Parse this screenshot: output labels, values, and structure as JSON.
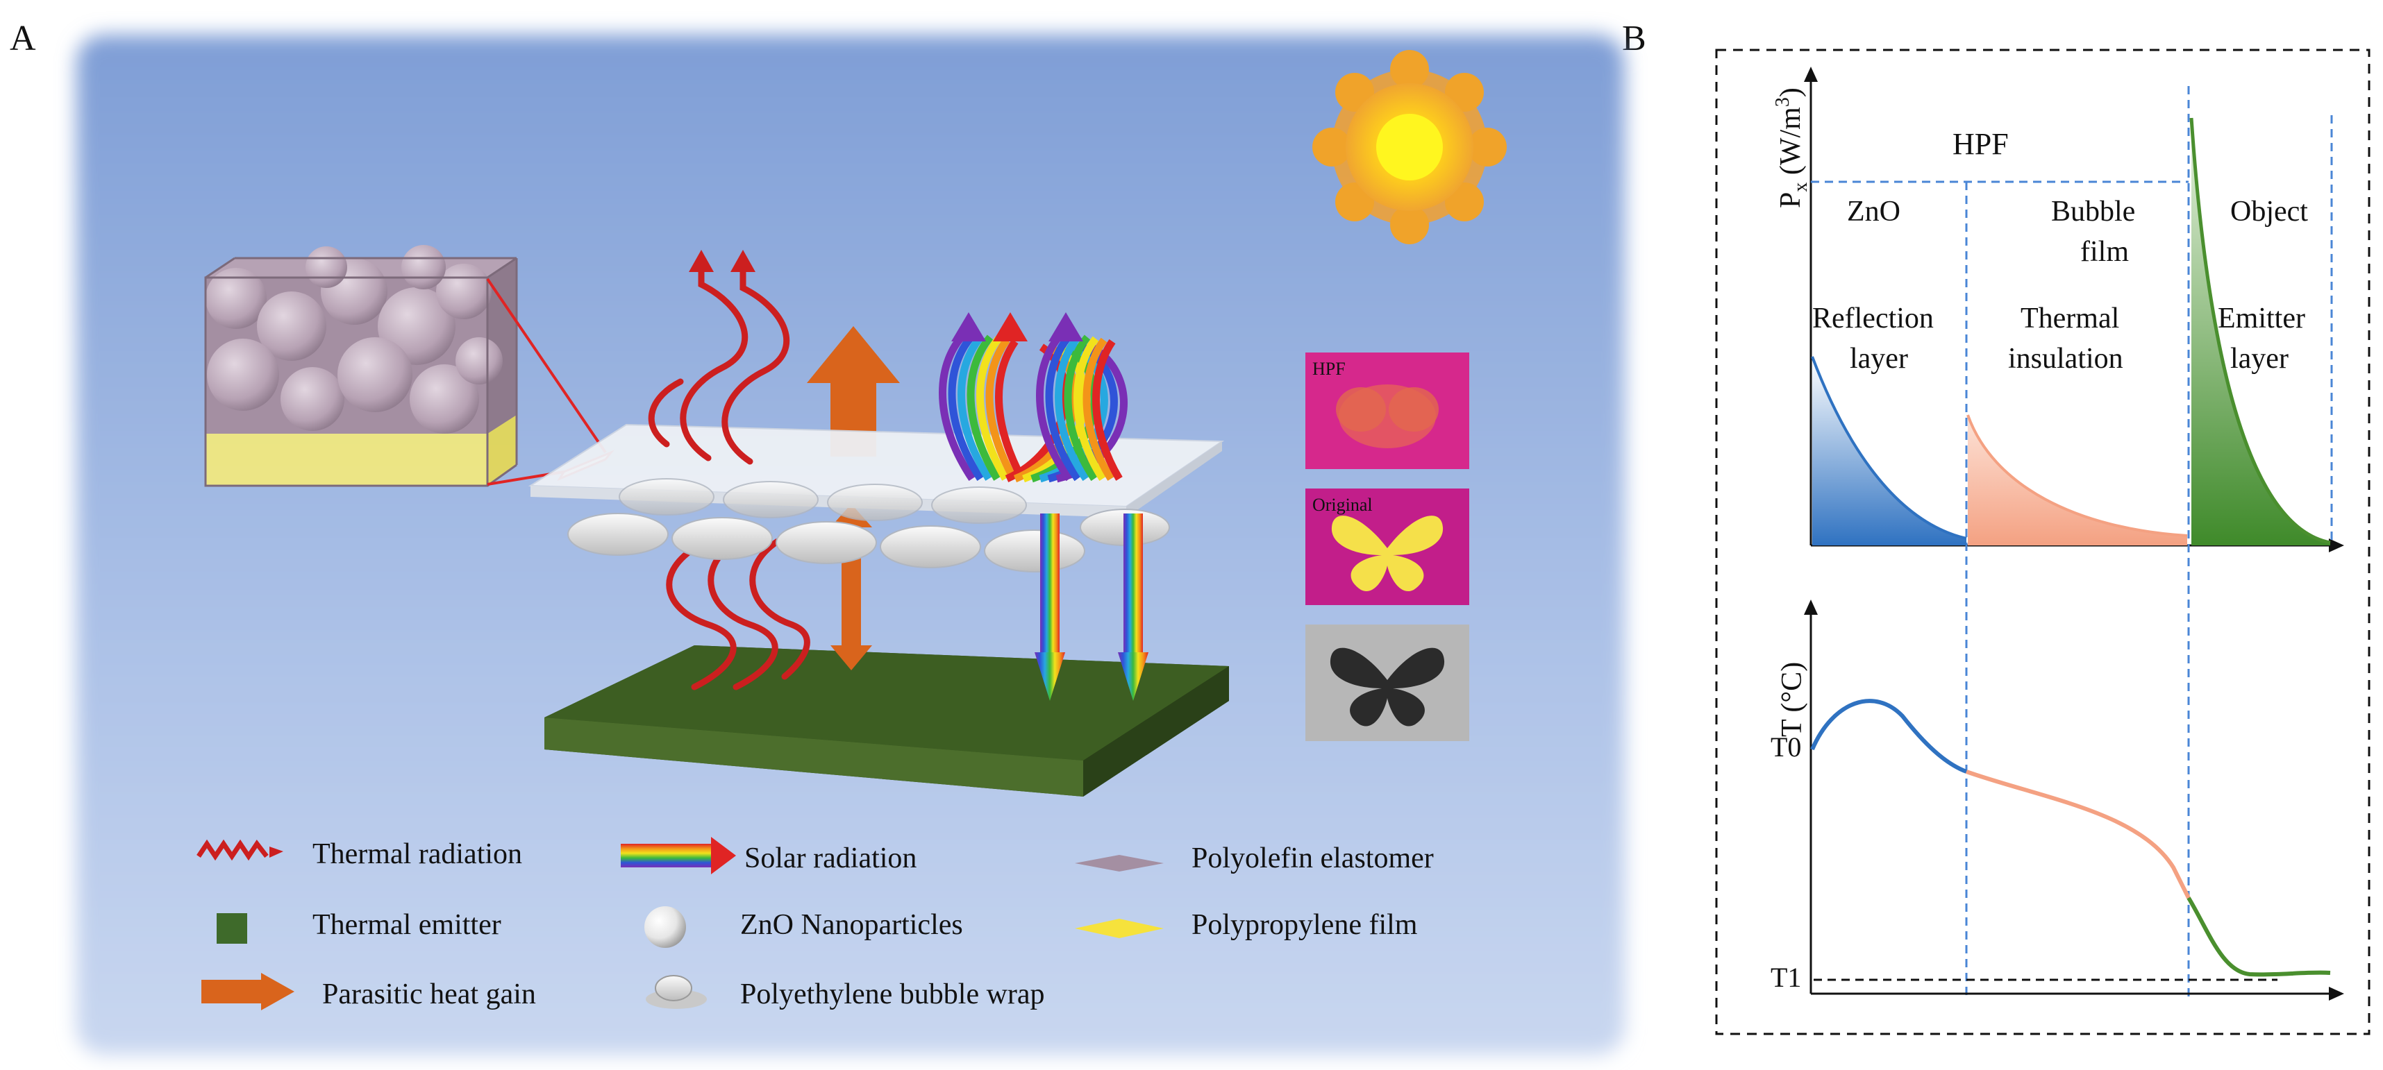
{
  "panel_a": {
    "letter": "A",
    "thermal_images": {
      "hpf_label": "HPF",
      "original_label": "Original"
    },
    "legend": {
      "thermal_radiation": "Thermal radiation",
      "solar_radiation": "Solar radiation",
      "polyolefin_elastomer": "Polyolefin elastomer",
      "thermal_emitter": "Thermal emitter",
      "zno_nanoparticles": "ZnO Nanoparticles",
      "polypropylene_film": "Polypropylene film",
      "parasitic_heat_gain": "Parasitic heat gain",
      "polyethylene_bubble_wrap": "Polyethylene bubble wrap"
    },
    "colors": {
      "sky_top": "#7f9ed6",
      "sky_bottom": "#c2d2ee",
      "thermal_red": "#cc1f1f",
      "parasitic_orange": "#d9641c",
      "emitter_green": "#3a5a24",
      "elastomer_mauve": "#a48fa2",
      "film_yellow": "#f1e25a"
    }
  },
  "panel_b": {
    "letter": "B",
    "top_chart": {
      "ylabel_main": "P",
      "ylabel_sub": "x",
      "ylabel_unit": " (W/m",
      "ylabel_exp": "3",
      "ylabel_close": ")",
      "hpf_label": "HPF",
      "zno_label": "ZnO",
      "bubble_label_1": "Bubble",
      "bubble_label_2": "film",
      "object_label": "Object",
      "reflection_label_1": "Reflection",
      "reflection_label_2": "layer",
      "thermal_label_1": "Thermal",
      "thermal_label_2": "insulation",
      "emitter_label_1": "Emitter",
      "emitter_label_2": "layer"
    },
    "bottom_chart": {
      "ylabel": "T (°C)",
      "t0_label": "T0",
      "t1_label": "T1"
    },
    "colors": {
      "zno_blue": "#2f72c1",
      "bubble_salmon": "#f4a182",
      "emitter_green": "#4a8f2e",
      "divider_blue": "#4a86d6"
    }
  }
}
